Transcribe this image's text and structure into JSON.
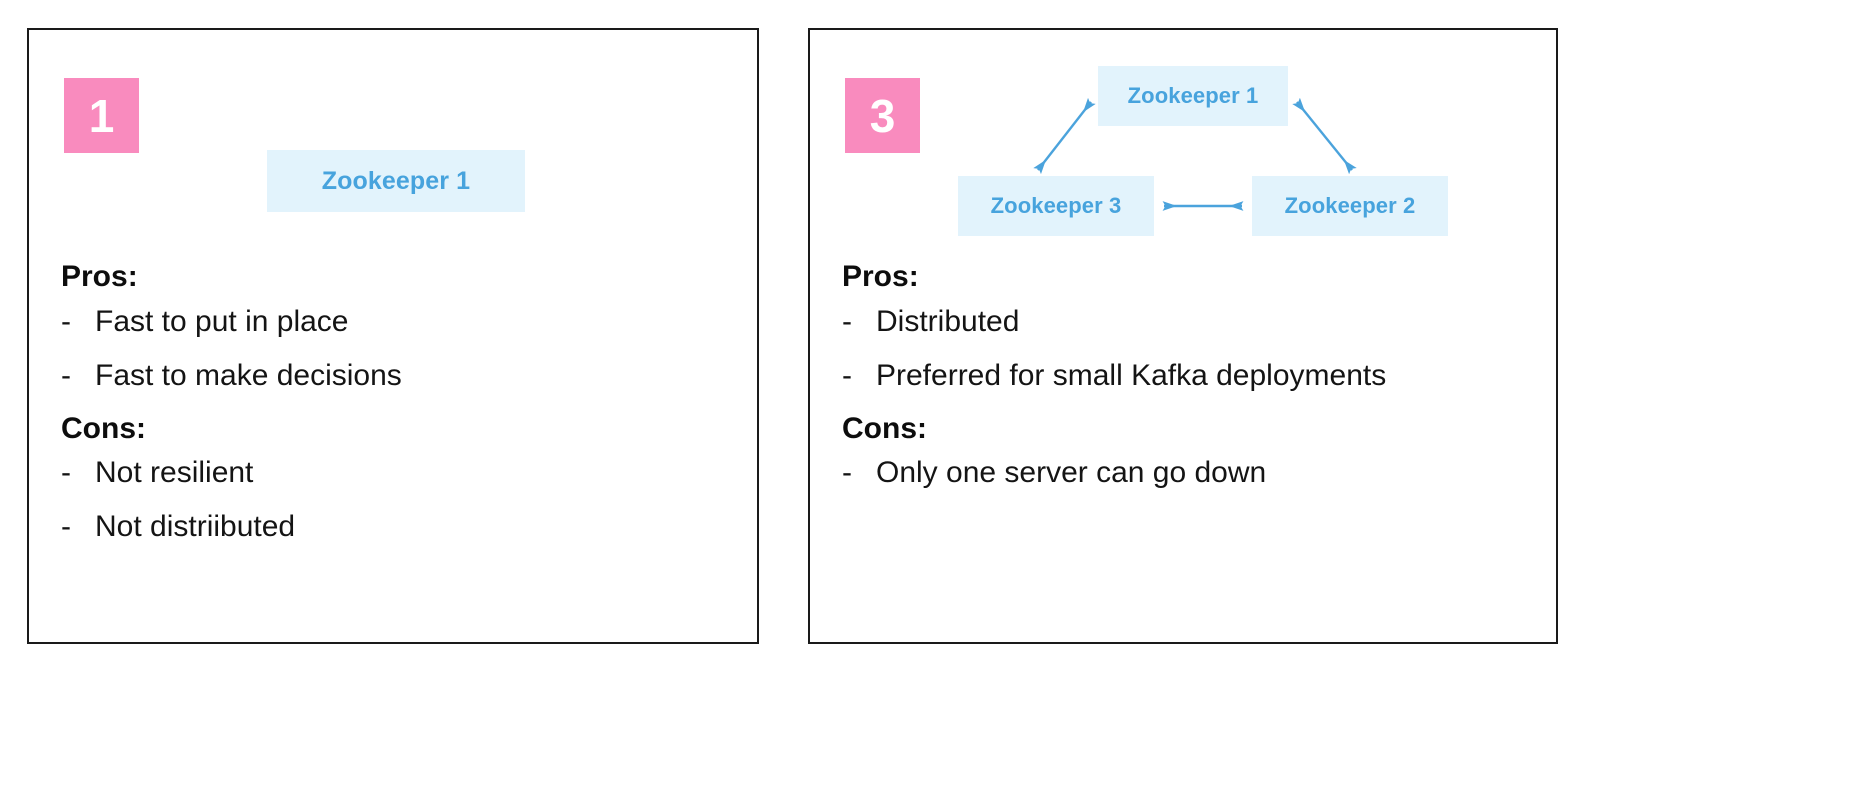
{
  "colors": {
    "badge_pink": "#f98bbe",
    "node_fill": "#e2f3fc",
    "node_text": "#47a3dd",
    "arrow": "#4ba3dc",
    "panel_border": "#1a1a1a",
    "body_text": "#141414",
    "background": "#ffffff"
  },
  "panels": [
    {
      "badge": "1",
      "diagram_type": "single-node",
      "nodes": [
        {
          "label": "Zookeeper 1"
        }
      ],
      "sections": [
        {
          "heading": "Pros:",
          "items": [
            {
              "dash": "-",
              "text": "Fast to put in place"
            },
            {
              "dash": "-",
              "text": "Fast to make decisions"
            }
          ]
        },
        {
          "heading": "Cons:",
          "items": [
            {
              "dash": "-",
              "text": "Not resilient"
            },
            {
              "dash": "-",
              "text": "Not distriibuted"
            }
          ]
        }
      ]
    },
    {
      "badge": "3",
      "diagram_type": "triangle-quorum",
      "nodes": [
        {
          "label": "Zookeeper 1",
          "position": "top"
        },
        {
          "label": "Zookeeper 3",
          "position": "bottom-left"
        },
        {
          "label": "Zookeeper 2",
          "position": "bottom-right"
        }
      ],
      "connections": [
        {
          "from": "Zookeeper 3",
          "to": "Zookeeper 1",
          "style": "double-headed"
        },
        {
          "from": "Zookeeper 1",
          "to": "Zookeeper 2",
          "style": "double-headed"
        },
        {
          "from": "Zookeeper 3",
          "to": "Zookeeper 2",
          "style": "double-headed"
        }
      ],
      "sections": [
        {
          "heading": "Pros:",
          "items": [
            {
              "dash": "-",
              "text": "Distributed"
            },
            {
              "dash": "-",
              "text": "Preferred for small Kafka deployments"
            }
          ]
        },
        {
          "heading": "Cons:",
          "items": [
            {
              "dash": "-",
              "text": "Only one server can go down"
            }
          ]
        }
      ]
    }
  ]
}
